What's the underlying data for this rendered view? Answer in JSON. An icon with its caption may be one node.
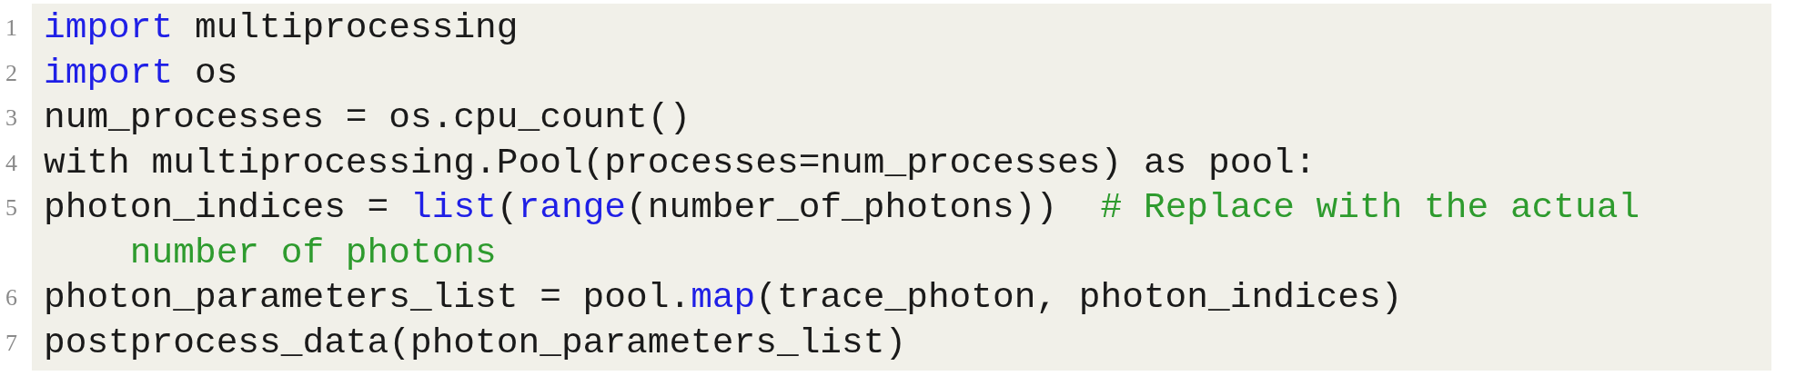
{
  "diagram": {
    "labels": [
      "1",
      "import",
      "multiprocessing",
      "2",
      "import",
      "os",
      "3",
      "num_processes = os.cpu_count()",
      "4",
      "with multiprocessing.Pool(processes=num_processes) as pool:",
      "5",
      "photon_indices =",
      "list",
      "(",
      "range",
      "(number_of_photons))",
      "# Replace with the actual number of photons",
      "6",
      "photon_parameters_list = pool.",
      "map",
      "(trace_photon, photon_indices)",
      "7",
      "postprocess_data(photon_parameters_list)"
    ]
  }
}
